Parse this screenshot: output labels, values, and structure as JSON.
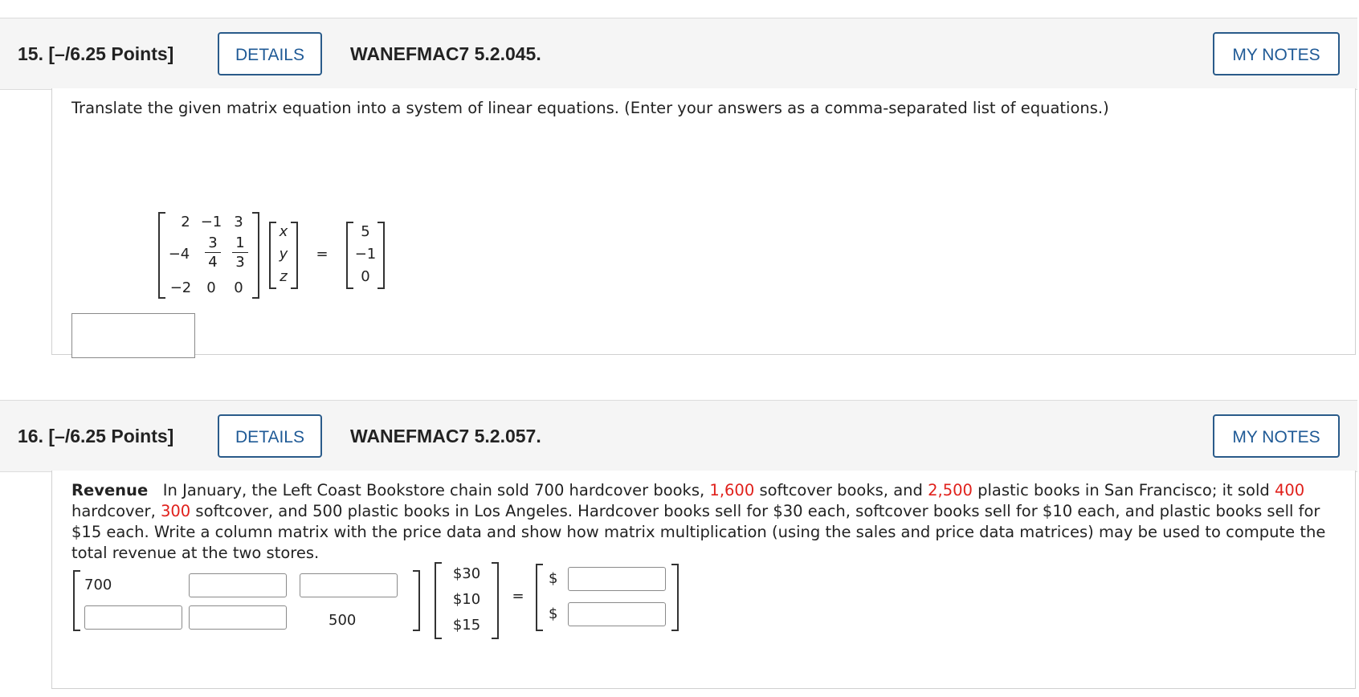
{
  "q15": {
    "number": "15.  [–/6.25 Points]",
    "details_label": "DETAILS",
    "code": "WANEFMAC7 5.2.045.",
    "notes_label": "MY NOTES",
    "prompt": "Translate the given matrix equation into a system of linear equations. (Enter your answers as a comma-separated list of equations.)",
    "matrix_a": {
      "r1": [
        "2",
        "−1",
        "3"
      ],
      "r2_c1": "−4",
      "r2_c2_num": "3",
      "r2_c2_den": "4",
      "r2_c3_num": "1",
      "r2_c3_den": "3",
      "r3": [
        "−2",
        "0",
        "0"
      ]
    },
    "vector_x": [
      "x",
      "y",
      "z"
    ],
    "equals": "=",
    "vector_b": [
      "5",
      "−1",
      "0"
    ],
    "answer_value": ""
  },
  "q16": {
    "number": "16.  [–/6.25 Points]",
    "details_label": "DETAILS",
    "code": "WANEFMAC7 5.2.057.",
    "notes_label": "MY NOTES",
    "prompt_title": "Revenue",
    "prompt_parts": {
      "p1": "In January, the Left Coast Bookstore chain sold 700 hardcover books,",
      "v1": "1,600",
      "p2": "softcover books, and",
      "v2": "2,500",
      "p3": "plastic books in San Francisco; it sold",
      "v3": "400",
      "p4": "hardcover,",
      "v4": "300",
      "p5": "softcover, and 500 plastic books in Los Angeles. Hardcover books sell for $30 each, softcover books sell for $10 each, and plastic books sell for $15 each. Write a column matrix with the price data and show how matrix multiplication (using the sales and price data matrices) may be used to compute the total revenue at the two stores."
    },
    "sales_r1_c1": "700",
    "sales_r2_c3": "500",
    "prices": [
      "$30",
      "$10",
      "$15"
    ],
    "equals": "=",
    "currency": "$"
  }
}
